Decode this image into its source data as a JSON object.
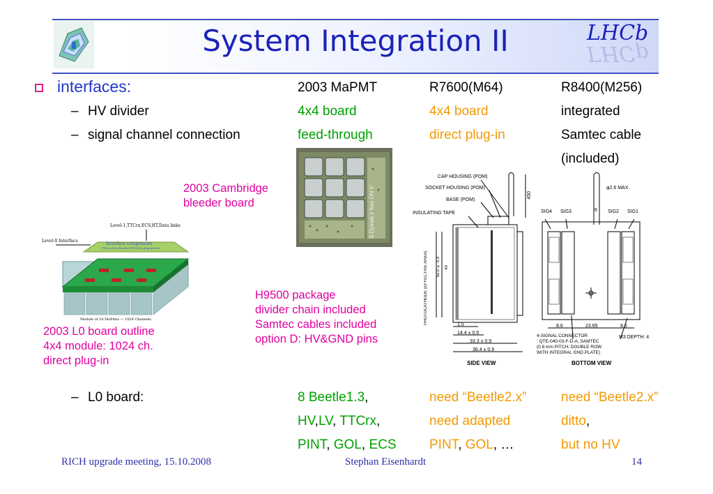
{
  "title": "System Integration II",
  "logo_text_top": "LHCb",
  "logo_text_bottom": "ГНСр",
  "bullet": {
    "label": "interfaces:",
    "columns": [
      "2003 MaPMT",
      "R7600(M64)",
      "R8400(M256)"
    ]
  },
  "rows": {
    "hv": {
      "label": "HV divider",
      "c1": "4x4 board",
      "c2": "4x4 board",
      "c3": "integrated"
    },
    "signal": {
      "label": "signal channel connection",
      "c1": "feed-through",
      "c2": "direct plug-in",
      "c3": "Samtec cable",
      "c3b": "(included)"
    },
    "l0": {
      "label": "L0 board:",
      "c1": [
        "8 Beetle1.3",
        ",",
        "HV",
        ",",
        "LV",
        ", ",
        "TTCrx",
        ","
      ],
      "c1b": [
        "PINT",
        ", ",
        "GOL",
        ", ",
        "ECS"
      ],
      "c2": "need “Beetle2.x”",
      "c2b": "need adapted",
      "c2c": [
        "PINT",
        ", ",
        "GOL",
        ", …"
      ],
      "c3": "need “Beetle2.x”",
      "c3b": [
        "ditto",
        ","
      ],
      "c3c": "but no HV"
    }
  },
  "dash": "–",
  "annotations": {
    "cambridge": [
      "2003 Cambridge",
      "bleeder board"
    ],
    "l0outline": [
      "2003 L0 board outline",
      "4x4 module: 1024 ch.",
      "direct plug-in"
    ],
    "h9500": [
      "H9500 package",
      "divider chain included",
      "Samtec cables included",
      "option D: HV&GND pins"
    ]
  },
  "diagram_left": {
    "top_label": "Level-1,TTCrx,ECS,HT,Data links",
    "side_label": "Level-0 Interface",
    "plate_label_1": "Interface components",
    "plate_label_2": "TTCrx,GOL,Beetle,PINT,ECS,plug-in,Vert",
    "bottom_label": "Module of 16 MaPmts — 1024 Channels"
  },
  "drawing": {
    "cap": "CAP HOUSING (POM)",
    "socket": "SOCKET HOUSING (POM)",
    "base": "BASE (POM)",
    "tape": "INSULATING TAPE",
    "dim450": "450",
    "dim26": "φ2.6 MAX.",
    "sig4": "SIG4",
    "sig3": "SIG3",
    "sig2": "SIG2",
    "sig1": "SIG1",
    "six": "6",
    "photocathode": "PHOTOCATHODE (EFFECTIVE AREA)",
    "d520": "52.0 ± 0.3",
    "d49": "49",
    "d15": "1.5",
    "d144": "14.4 ± 0.5",
    "d333": "33.3 ± 0.9",
    "d364": "36.4 ± 0.9",
    "d86a": "8.6",
    "d2365": "23.65",
    "d86b": "8.6",
    "connector1": "4-SIGNAL CONNECTOR",
    "connector2": ": QTE-040-03-F-D-A, SAMTEC",
    "connector3": "(0.8 mm PITCH, DOUBLE ROW",
    "connector4": "WITH INTEGRAL GND PLATE)",
    "m3": "M3 DEPTH: 4",
    "side_view": "SIDE VIEW",
    "bottom_view": "BOTTOM VIEW"
  },
  "photo_label": "S.Dymek tubes ON V",
  "footer": {
    "left": "RICH upgrade meeting, 15.10.2008",
    "center": "Stephan Eisenhardt",
    "right": "14"
  }
}
